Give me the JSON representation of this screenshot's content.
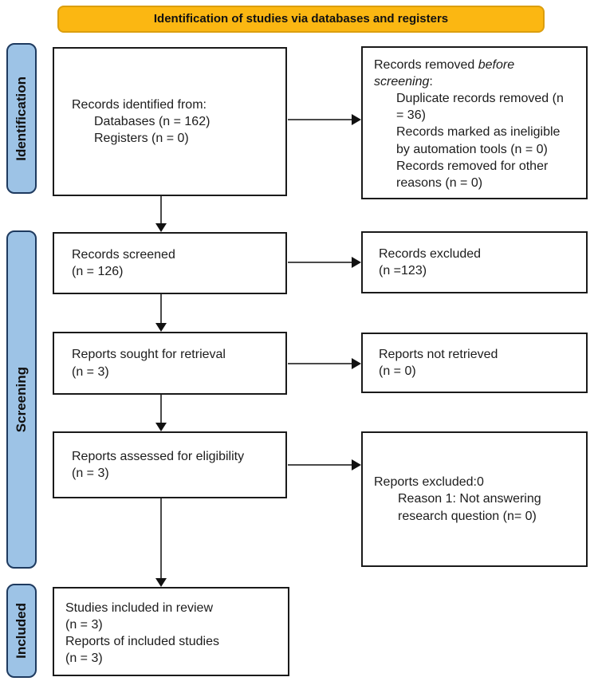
{
  "banner": {
    "label": "Identification of studies via databases and registers"
  },
  "stages": {
    "identification": "Identification",
    "screening": "Screening",
    "included": "Included"
  },
  "boxes": {
    "records_identified": {
      "title": "Records identified from:",
      "items": [
        "Databases (n = 162)",
        "Registers (n = 0)"
      ]
    },
    "records_removed": {
      "intro_plain": "Records removed ",
      "intro_italic": "before screening",
      "intro_colon": ":",
      "items": [
        "Duplicate records removed (n = 36)",
        "Records marked as ineligible by automation tools (n = 0)",
        "Records removed for other reasons (n = 0)"
      ]
    },
    "records_screened": {
      "line1": "Records screened",
      "line2": "(n = 126)"
    },
    "records_excluded": {
      "line1": "Records excluded",
      "line2": "(n =123)"
    },
    "reports_sought": {
      "line1": "Reports sought for retrieval",
      "line2": "(n = 3)"
    },
    "reports_not_retrieved": {
      "line1": "Reports not retrieved",
      "line2": "(n = 0)"
    },
    "reports_assessed": {
      "line1": "Reports assessed for eligibility",
      "line2": "(n = 3)"
    },
    "reports_excluded": {
      "title": "Reports excluded:0",
      "items": [
        "Reason 1: Not answering research question (n= 0)"
      ]
    },
    "studies_included": {
      "lines": [
        "Studies included in review",
        "(n = 3)",
        "Reports of included studies",
        "(n = 3)"
      ]
    }
  },
  "colors": {
    "banner_bg": "#FBB712",
    "banner_border": "#DB9E0E",
    "stage_bg": "#9DC3E6",
    "stage_border": "#1E3A5F",
    "box_bg": "#FFFFFF",
    "box_border": "#1A1A1A",
    "text": "#1C1C1C",
    "arrow_line": "#4A4A4A",
    "arrow_head": "#111111",
    "page_bg": "#FFFFFF"
  }
}
